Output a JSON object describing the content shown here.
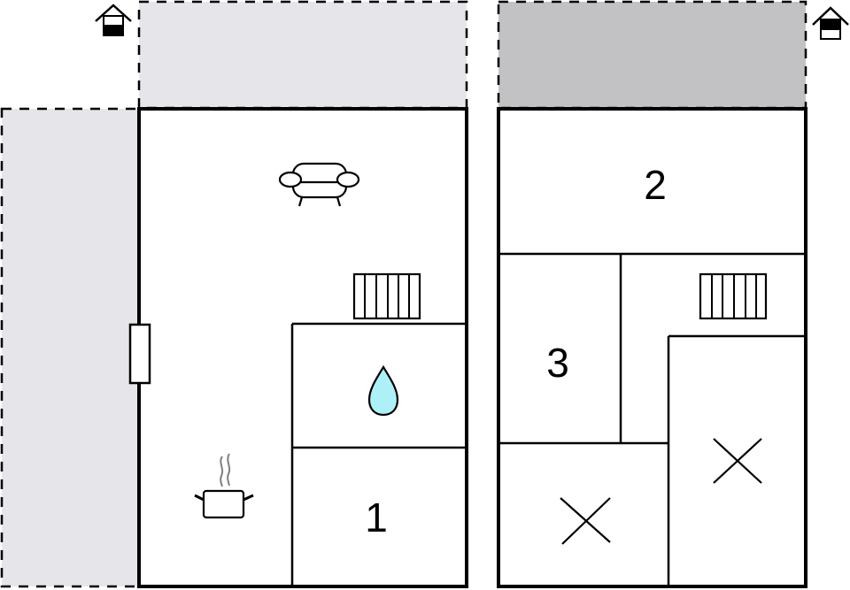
{
  "floor_plan": {
    "colors": {
      "background": "#ffffff",
      "wall": "#000000",
      "terrace_light": "#e6e6ea",
      "terrace_dark": "#c2c2c4",
      "water_drop": "#aef0f8",
      "steam": "#808080"
    },
    "floors": [
      {
        "name": "ground-floor",
        "floor_icon": "house-ground-floor-icon",
        "rooms": [
          {
            "name": "living-room",
            "icon": "sofa-icon"
          },
          {
            "name": "kitchen",
            "icon": "cooking-pot-icon"
          },
          {
            "name": "bathroom",
            "icon": "water-drop-icon"
          },
          {
            "name": "bedroom-1",
            "label": "1"
          }
        ],
        "features": [
          "radiator-icon",
          "door-icon",
          "terrace-top",
          "terrace-left"
        ]
      },
      {
        "name": "upper-floor",
        "floor_icon": "house-upper-floor-icon",
        "rooms": [
          {
            "name": "bedroom-2",
            "label": "2"
          },
          {
            "name": "bedroom-3",
            "label": "3"
          },
          {
            "name": "hallway",
            "icon": "radiator-icon"
          },
          {
            "name": "void-left",
            "icon": "cross-icon"
          },
          {
            "name": "void-right",
            "icon": "cross-icon"
          }
        ],
        "features": [
          "balcony-top"
        ]
      }
    ],
    "labels": {
      "room1": "1",
      "room2": "2",
      "room3": "3"
    }
  }
}
